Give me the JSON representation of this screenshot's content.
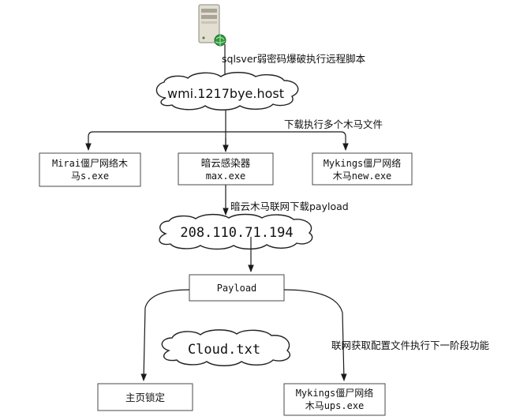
{
  "server": {
    "icon": "server-icon",
    "globe_icon": "globe-icon"
  },
  "edge_labels": {
    "sql": "sqlsver弱密码爆破执行远程脚本",
    "download_trojans": "下载执行多个木马文件",
    "anyun_download": "暗云木马联网下载payload",
    "cloud_fetch": "联网获取配置文件执行下一阶段功能"
  },
  "nodes": {
    "wmi_host": "wmi.1217bye.host",
    "mirai_line1": "Mirai僵尸网络木",
    "mirai_line2": "马s.exe",
    "anyun_line1": "暗云感染器",
    "anyun_line2": "max.exe",
    "mykings_new_line1": "Mykings僵尸网络",
    "mykings_new_line2": "木马new.exe",
    "ip_host": "208.110.71.194",
    "payload": "Payload",
    "cloud_txt": "Cloud.txt",
    "homepage_lock": "主页锁定",
    "mykings_ups_line1": "Mykings僵尸网络",
    "mykings_ups_line2": "木马ups.exe"
  },
  "colors": {
    "stroke": "#1a1a1a",
    "box_border": "#4a4a4a",
    "globe": "#2f9a3c"
  }
}
